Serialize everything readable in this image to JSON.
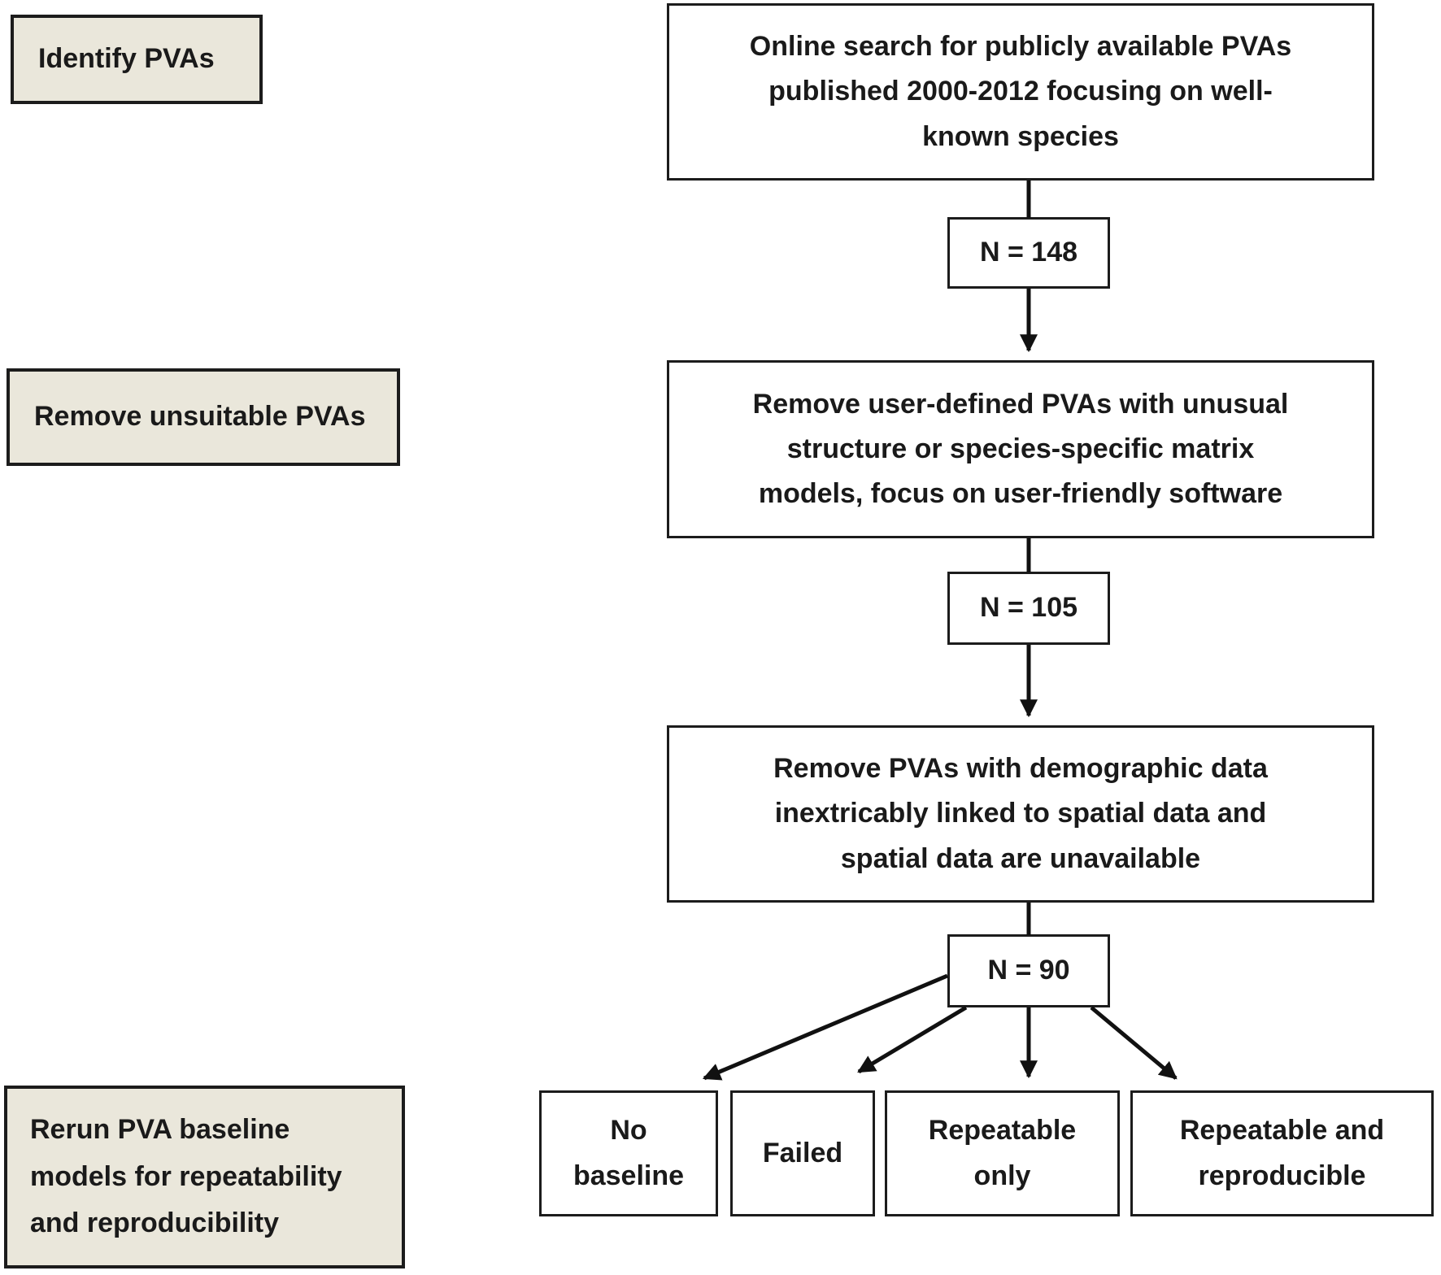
{
  "figure": {
    "type": "flowchart",
    "stages": [
      {
        "label": "Identify PVAs"
      },
      {
        "label": "Remove unsuitable PVAs"
      },
      {
        "label": "Rerun PVA baseline models for repeatability and reproducibility"
      }
    ],
    "process_steps": [
      {
        "text": "Online search for publicly available PVAs published 2000-2012 focusing on well-known species"
      },
      {
        "text": "Remove user-defined PVAs with unusual structure or species-specific matrix models, focus on user-friendly software"
      },
      {
        "text": "Remove PVAs with demographic data inextricably linked to spatial data and spatial data are unavailable"
      }
    ],
    "counts": [
      {
        "text": "N = 148"
      },
      {
        "text": "N = 105"
      },
      {
        "text": "N = 90"
      }
    ],
    "outcomes": [
      {
        "text": "No baseline"
      },
      {
        "text": "Failed"
      },
      {
        "text": "Repeatable only"
      },
      {
        "text": "Repeatable and reproducible"
      }
    ],
    "colors": {
      "stage_fill": "#eae7db",
      "box_fill": "#ffffff",
      "border": "#1c1c1c",
      "arrow": "#111111",
      "text": "#1a1a1a"
    }
  }
}
